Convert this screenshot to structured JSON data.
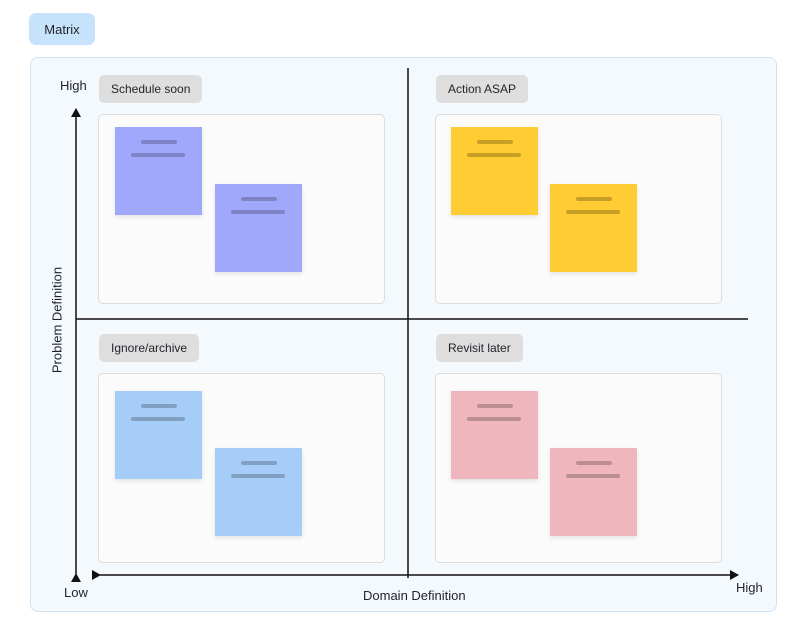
{
  "tag": {
    "label": "Matrix"
  },
  "axes": {
    "y_label": "Problem Definition",
    "x_label": "Domain Definition",
    "y_high": "High",
    "y_low": "Low",
    "x_high": "High"
  },
  "quadrants": [
    {
      "label": "Schedule soon",
      "note_color": "#a0a8fc"
    },
    {
      "label": "Action ASAP",
      "note_color": "#ffcc33"
    },
    {
      "label": "Ignore/archive",
      "note_color": "#a6cdf8"
    },
    {
      "label": "Revisit later",
      "note_color": "#f0b6bd"
    }
  ]
}
